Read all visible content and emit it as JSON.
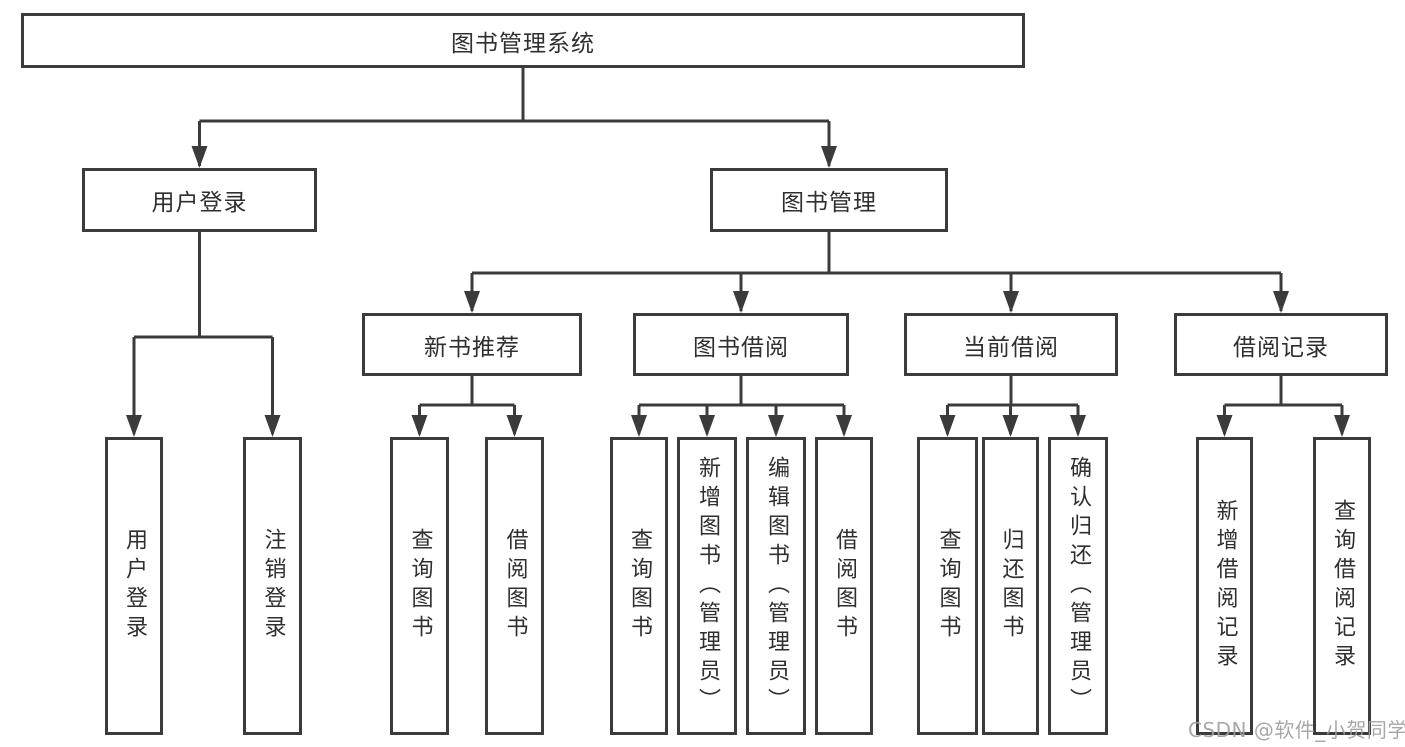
{
  "diagram": {
    "tree": {
      "label": "图书管理系统",
      "children": [
        {
          "label": "用户登录",
          "children": [
            {
              "label": "用户登录"
            },
            {
              "label": "注销登录"
            }
          ]
        },
        {
          "label": "图书管理",
          "children": [
            {
              "label": "新书推荐",
              "children": [
                {
                  "label": "查询图书"
                },
                {
                  "label": "借阅图书"
                }
              ]
            },
            {
              "label": "图书借阅",
              "children": [
                {
                  "label": "查询图书"
                },
                {
                  "label": "新增图书（管理员）"
                },
                {
                  "label": "编辑图书（管理员）"
                },
                {
                  "label": "借阅图书"
                }
              ]
            },
            {
              "label": "当前借阅",
              "children": [
                {
                  "label": "查询图书"
                },
                {
                  "label": "归还图书"
                },
                {
                  "label": "确认归还（管理员）"
                }
              ]
            },
            {
              "label": "借阅记录",
              "children": [
                {
                  "label": "新增借阅记录"
                },
                {
                  "label": "查询借阅记录"
                }
              ]
            }
          ]
        }
      ]
    },
    "colors": {
      "line": "#3b3b3b",
      "text": "#2f2f2f",
      "background": "#ffffff",
      "watermark": "#9e9e9e"
    }
  },
  "watermark": {
    "text": "CSDN @软件_小贺同学"
  }
}
